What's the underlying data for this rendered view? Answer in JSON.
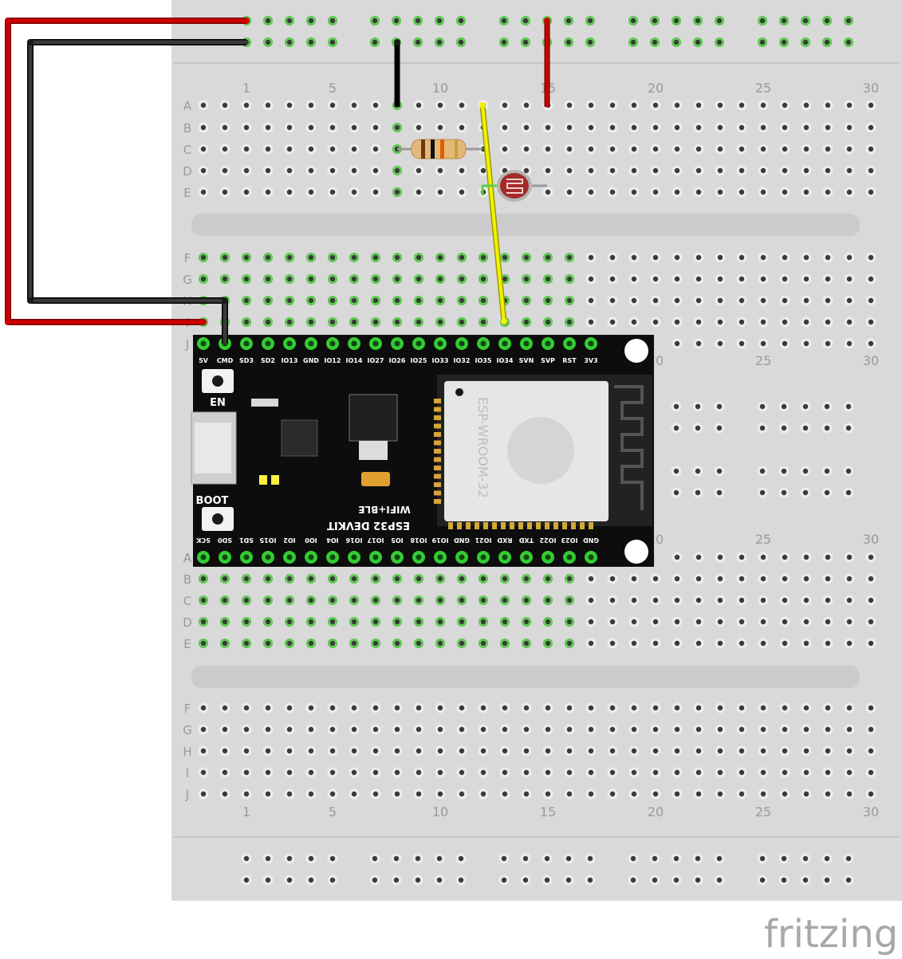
{
  "breadboard": {
    "column_numbers": [
      "1",
      "5",
      "10",
      "15",
      "20",
      "25",
      "30"
    ],
    "column_number_values": [
      1,
      5,
      10,
      15,
      20,
      25,
      30
    ],
    "rows_top": [
      "A",
      "B",
      "C",
      "D",
      "E"
    ],
    "rows_bottom": [
      "F",
      "G",
      "H",
      "I",
      "J"
    ],
    "colors": {
      "board": "#d9d9d9",
      "hole": "#3a3a3a",
      "highlight": "#5ccf4b",
      "label": "#9a9a9a"
    }
  },
  "esp32": {
    "top_pins": [
      "5V",
      "CMD",
      "SD3",
      "SD2",
      "IO13",
      "GND",
      "IO12",
      "IO14",
      "IO27",
      "IO26",
      "IO25",
      "IO33",
      "IO32",
      "IO35",
      "IO34",
      "SVN",
      "SVP",
      "RST",
      "3V3"
    ],
    "bottom_pins": [
      "SCK",
      "SD0",
      "SD1",
      "IO15",
      "IO2",
      "IO0",
      "IO4",
      "IO16",
      "IO17",
      "IO5",
      "IO18",
      "IO19",
      "GND",
      "IO21",
      "RXD",
      "TXD",
      "IO22",
      "IO23",
      "GND"
    ],
    "en_label": "EN",
    "boot_label": "BOOT",
    "board_name": "ESP32 DEVKIT",
    "board_sub": "WIFI+BLE",
    "module_name": "ESP-WROOM-32",
    "colors": {
      "pcb": "#0d0d0d",
      "module": "#e6e6e6",
      "pin": "#33cc33"
    }
  },
  "components": {
    "resistor": "resistor",
    "photoresistor": "photoresistor"
  },
  "wires": {
    "colors": {
      "red": "#cc0000",
      "black": "#1a1a1a",
      "yellow": "#eeee00"
    }
  },
  "watermark": "fritzing"
}
